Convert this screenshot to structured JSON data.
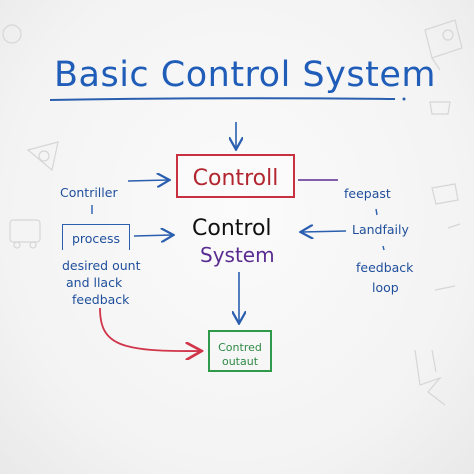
{
  "title": "Basic Control System",
  "nodes": {
    "controll": "Controll",
    "control_system_line1": "Control",
    "control_system_line2": "System",
    "process": "process",
    "output_line1": "Contred",
    "output_line2": "outaut"
  },
  "left_labels": {
    "controller": "Contriller",
    "desired_line1": "desired ount",
    "desired_line2": "and llack",
    "desired_line3": "feedback"
  },
  "right_labels": {
    "feepast": "feepast",
    "landfaily": "Landfaily",
    "feedback_line1": "feedback",
    "feedback_line2": "loop"
  },
  "colors": {
    "title": "#1f5db8",
    "controll_box": "#c8313f",
    "output_box": "#2f9a4a",
    "system_text": "#5a2c91",
    "arrows": "#2a5fb0",
    "feedback_arrow": "#d0354a"
  }
}
